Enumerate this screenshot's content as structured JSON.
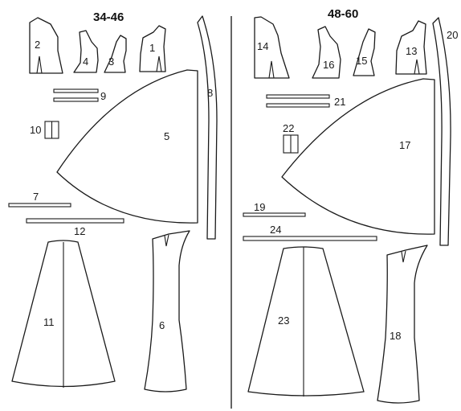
{
  "sizes": {
    "left": "34-46",
    "right": "48-60"
  },
  "pieces": {
    "p1": "1",
    "p2": "2",
    "p3": "3",
    "p4": "4",
    "p5": "5",
    "p6": "6",
    "p7": "7",
    "p8": "8",
    "p9": "9",
    "p10": "10",
    "p11": "11",
    "p12": "12",
    "p13": "13",
    "p14": "14",
    "p15": "15",
    "p16": "16",
    "p17": "17",
    "p18": "18",
    "p19": "19",
    "p20": "20",
    "p21": "21",
    "p22": "22",
    "p23": "23",
    "p24": "24"
  },
  "colors": {
    "line": "#1a1a1a",
    "background": "#ffffff"
  }
}
